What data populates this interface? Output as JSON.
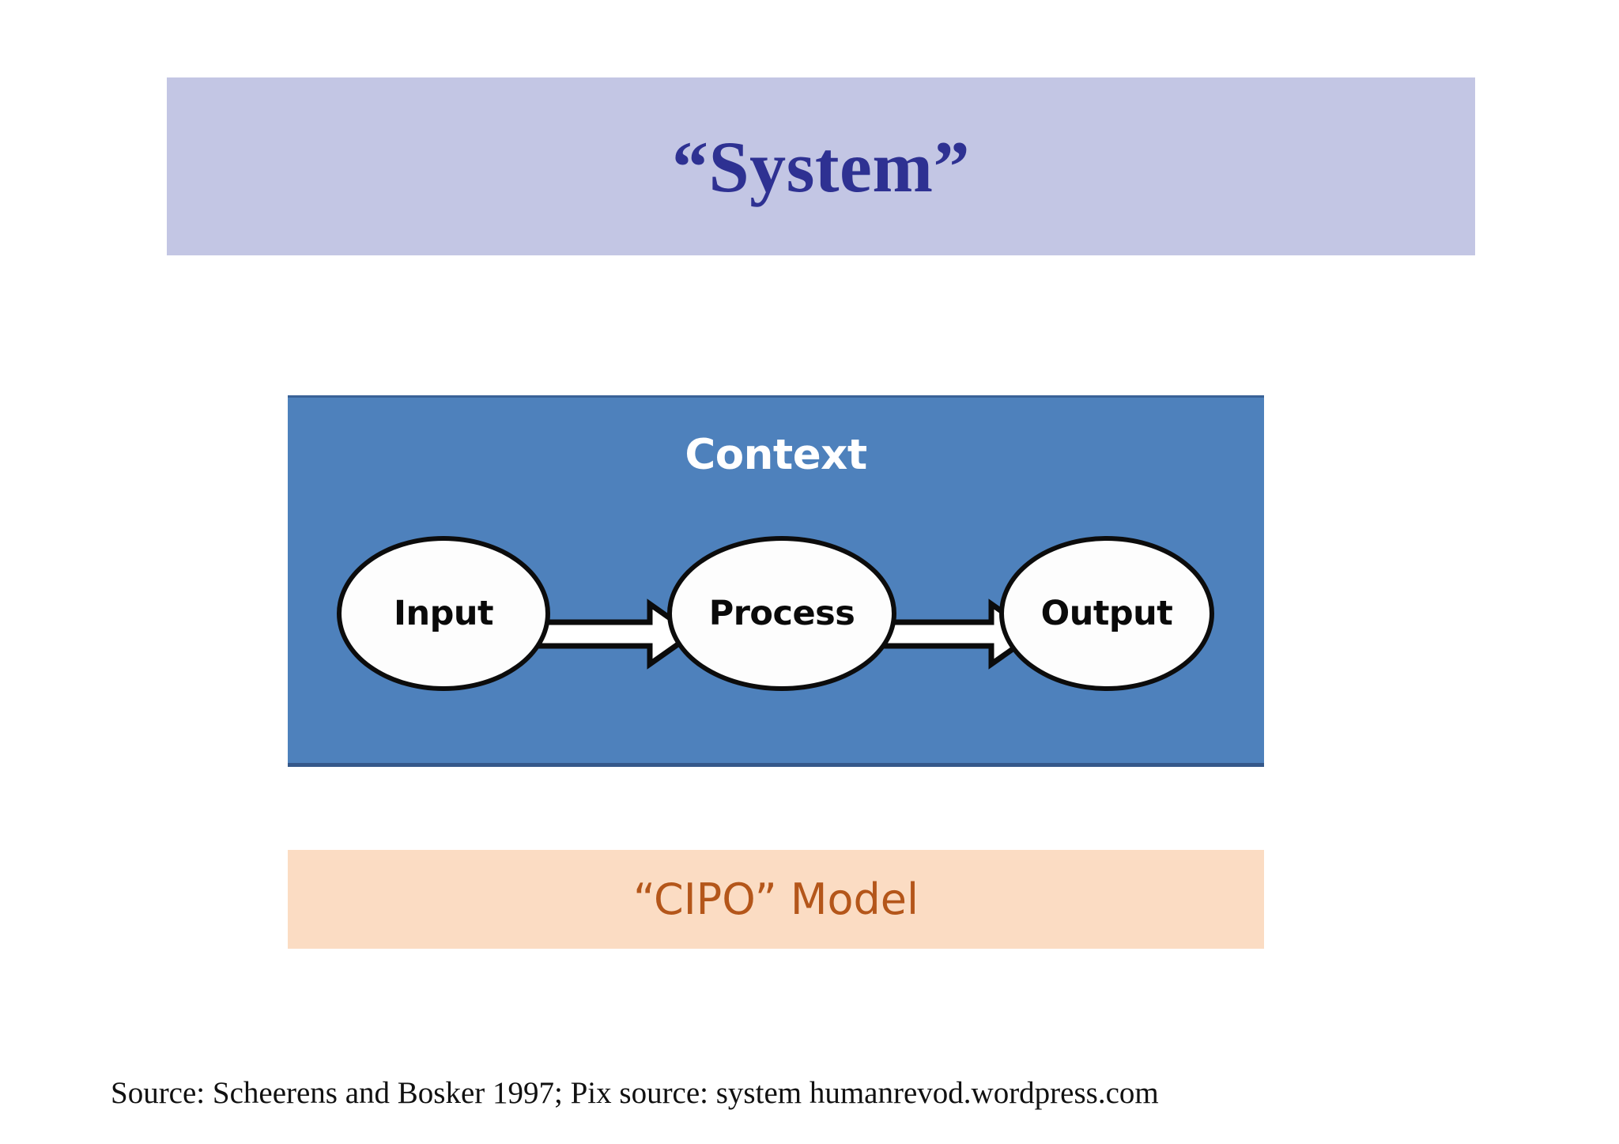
{
  "slide": {
    "title": "“System”",
    "source_note": "Source: Scheerens and Bosker 1997; Pix source: system humanrevod.wordpress.com",
    "caption": "“CIPO” Model"
  },
  "diagram": {
    "container_label": "Context",
    "nodes": [
      {
        "id": "input",
        "label": "Input"
      },
      {
        "id": "process",
        "label": "Process"
      },
      {
        "id": "output",
        "label": "Output"
      }
    ],
    "arrows": [
      {
        "from": "input",
        "to": "process",
        "icon": "right-arrow-icon"
      },
      {
        "from": "process",
        "to": "output",
        "icon": "right-arrow-icon"
      }
    ]
  },
  "colors": {
    "title_bar_bg": "#c3c6e4",
    "title_text": "#2e3192",
    "diagram_bg": "#4e81bc",
    "node_fill": "#fdfdfd",
    "node_stroke": "#0c0c0c",
    "caption_bg": "#fbdcc3",
    "caption_text": "#b4561a",
    "page_bg": "#ffffff"
  }
}
